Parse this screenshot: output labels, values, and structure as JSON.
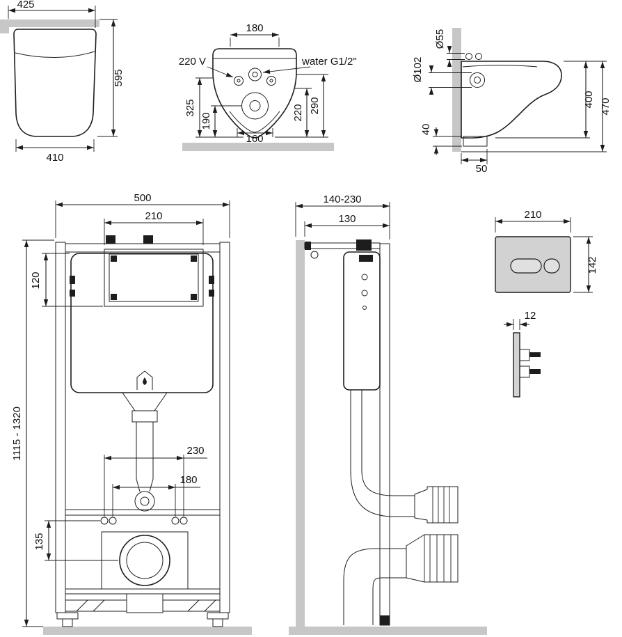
{
  "drawing_title": "wall-hung-toilet-installation-dimensions",
  "colors": {
    "line": "#1d1d1d",
    "wall": "#c7c7c7",
    "plate": "#d2d2d2"
  },
  "views": {
    "seat_side": {
      "width_top": "425",
      "height": "595",
      "width_bottom": "410"
    },
    "bowl_front": {
      "mount_width": "180",
      "power_label": "220 V",
      "water_label": "water G1/2\"",
      "h_total": "325",
      "h_drain": "190",
      "w_holes": "160",
      "h_rim": "220",
      "h_inlet": "290"
    },
    "bowl_side": {
      "inlet_dia": "Ø55",
      "outlet_dia": "Ø102",
      "h_bowl": "400",
      "h_total": "470",
      "offset_bottom": "40",
      "offset_wall": "50"
    },
    "frame_front": {
      "width": "500",
      "opening_width": "210",
      "opening_height": "120",
      "height_range": "1115 - 1320",
      "spacing_outer": "230",
      "spacing_inner": "180",
      "drain_offset": "135"
    },
    "frame_side": {
      "depth_range": "140-230",
      "depth_min": "130"
    },
    "flush_plate": {
      "width": "210",
      "height": "142",
      "thickness": "12"
    }
  }
}
